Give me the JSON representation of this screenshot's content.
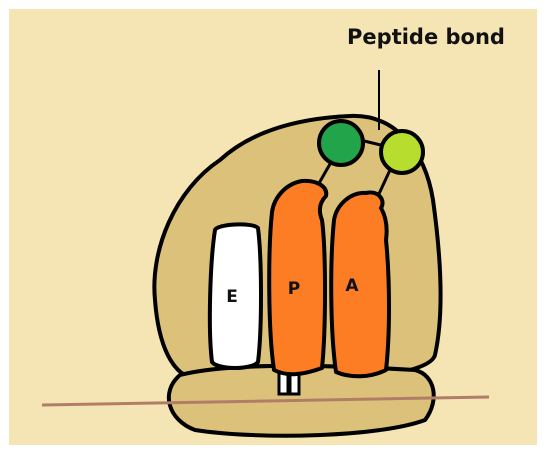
{
  "diagram": {
    "callout": {
      "label": "Peptide bond"
    },
    "sites": [
      {
        "id": "E",
        "label": "E"
      },
      {
        "id": "P",
        "label": "P"
      },
      {
        "id": "A",
        "label": "A"
      }
    ],
    "colors": {
      "background": "#f5e4b4",
      "ribosome": "#dcc17a",
      "trna": "#fc7d23",
      "e_site": "#ffffff",
      "amino_acid_1": "#21a44a",
      "amino_acid_2": "#b7de2e",
      "mrna": "#b07e67",
      "outline": "#000000"
    }
  }
}
